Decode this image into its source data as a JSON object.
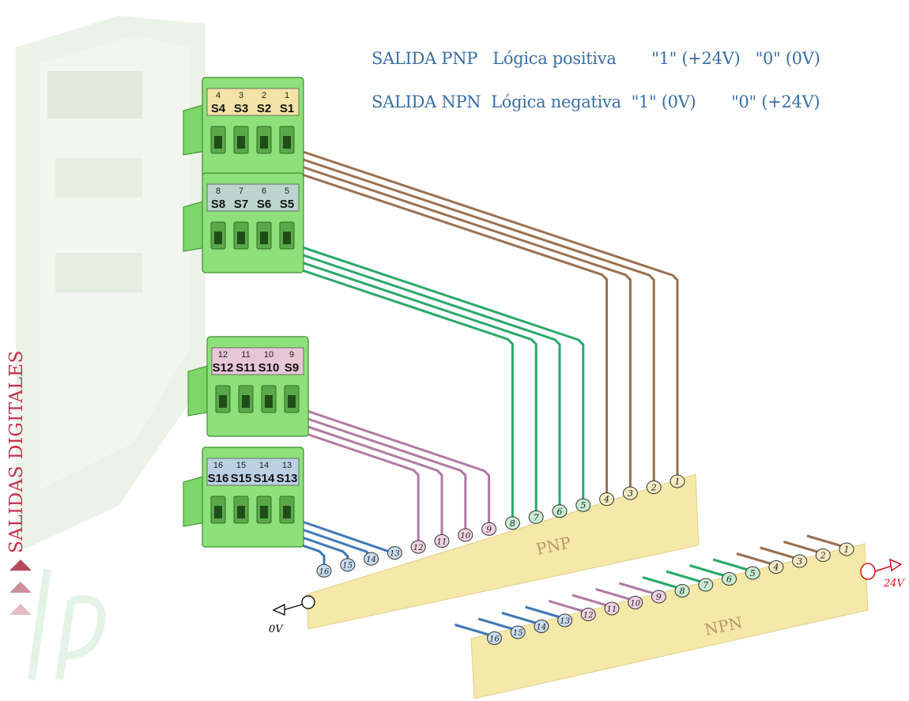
{
  "legend": {
    "row1": {
      "label": "SALIDA PNP",
      "logic": "Lógica positiva",
      "one": "\"1\" (+24V)",
      "zero": "\"0\" (0V)"
    },
    "row2": {
      "label": "SALIDA NPN",
      "logic": "Lógica negativa",
      "one": "\"1\" (0V)",
      "zero": "\"0\" (+24V)"
    }
  },
  "side_title": "SALIDAS DIGITALES",
  "connectors": [
    {
      "pins": [
        "4",
        "3",
        "2",
        "1"
      ],
      "labels": [
        "S4",
        "S3",
        "S2",
        "S1"
      ],
      "label_bg": "#f4e3a6"
    },
    {
      "pins": [
        "8",
        "7",
        "6",
        "5"
      ],
      "labels": [
        "S8",
        "S7",
        "S6",
        "S5"
      ],
      "label_bg": "#bcd6cf"
    },
    {
      "pins": [
        "12",
        "11",
        "10",
        "9"
      ],
      "labels": [
        "S12",
        "S11",
        "S10",
        "S9"
      ],
      "label_bg": "#e7c6d6"
    },
    {
      "pins": [
        "16",
        "15",
        "14",
        "13"
      ],
      "labels": [
        "S16",
        "S15",
        "S14",
        "S13"
      ],
      "label_bg": "#bcd0e4"
    }
  ],
  "pnp": {
    "label": "PNP",
    "terminal": "0V"
  },
  "npn": {
    "label": "NPN",
    "terminal": "24V"
  },
  "terminals": [
    "1",
    "2",
    "3",
    "4",
    "5",
    "6",
    "7",
    "8",
    "9",
    "10",
    "11",
    "12",
    "13",
    "14",
    "15",
    "16"
  ],
  "colors": {
    "group1": "#9a7050",
    "group2": "#2aa868",
    "group3": "#b07aa4",
    "group4": "#3f78b8",
    "fill1": "#f6ecc4",
    "fill2": "#c8ecd4",
    "fill3": "#f0d2e2",
    "fill4": "#c8dcf0",
    "bar": "#f5e8a8",
    "legend_text": "#3a6ea5",
    "accent": "#c0314a"
  }
}
